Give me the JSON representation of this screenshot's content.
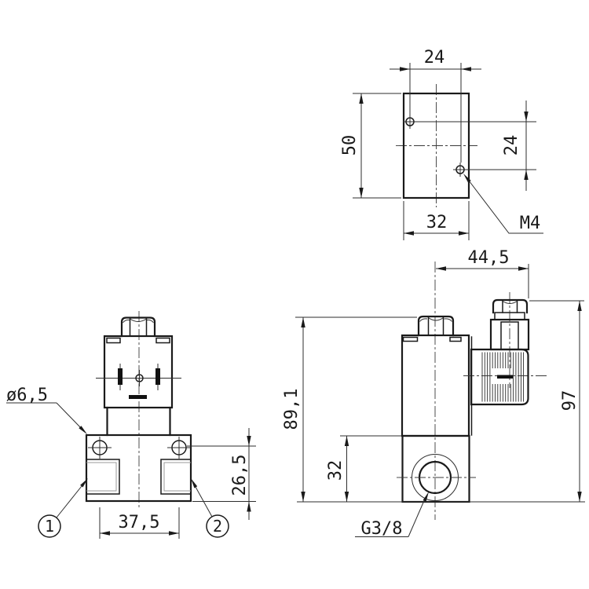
{
  "drawing": {
    "background": "#ffffff",
    "line_color": "#1a1a1a",
    "views": {
      "top": {
        "dim_hole_spacing_h": "24",
        "dim_height": "50",
        "dim_hole_spacing_v": "24",
        "dim_width": "32",
        "thread_callout": "M4"
      },
      "front": {
        "hole_callout": "ø6,5",
        "dim_port_spacing": "37,5",
        "dim_base_height": "26,5",
        "balloon_port_1": "1",
        "balloon_port_2": "2"
      },
      "side": {
        "dim_width_to_connector": "44,5",
        "dim_body_height": "89,1",
        "dim_total_height": "97",
        "dim_port_center": "32",
        "port_thread_callout": "G3/8"
      }
    }
  }
}
